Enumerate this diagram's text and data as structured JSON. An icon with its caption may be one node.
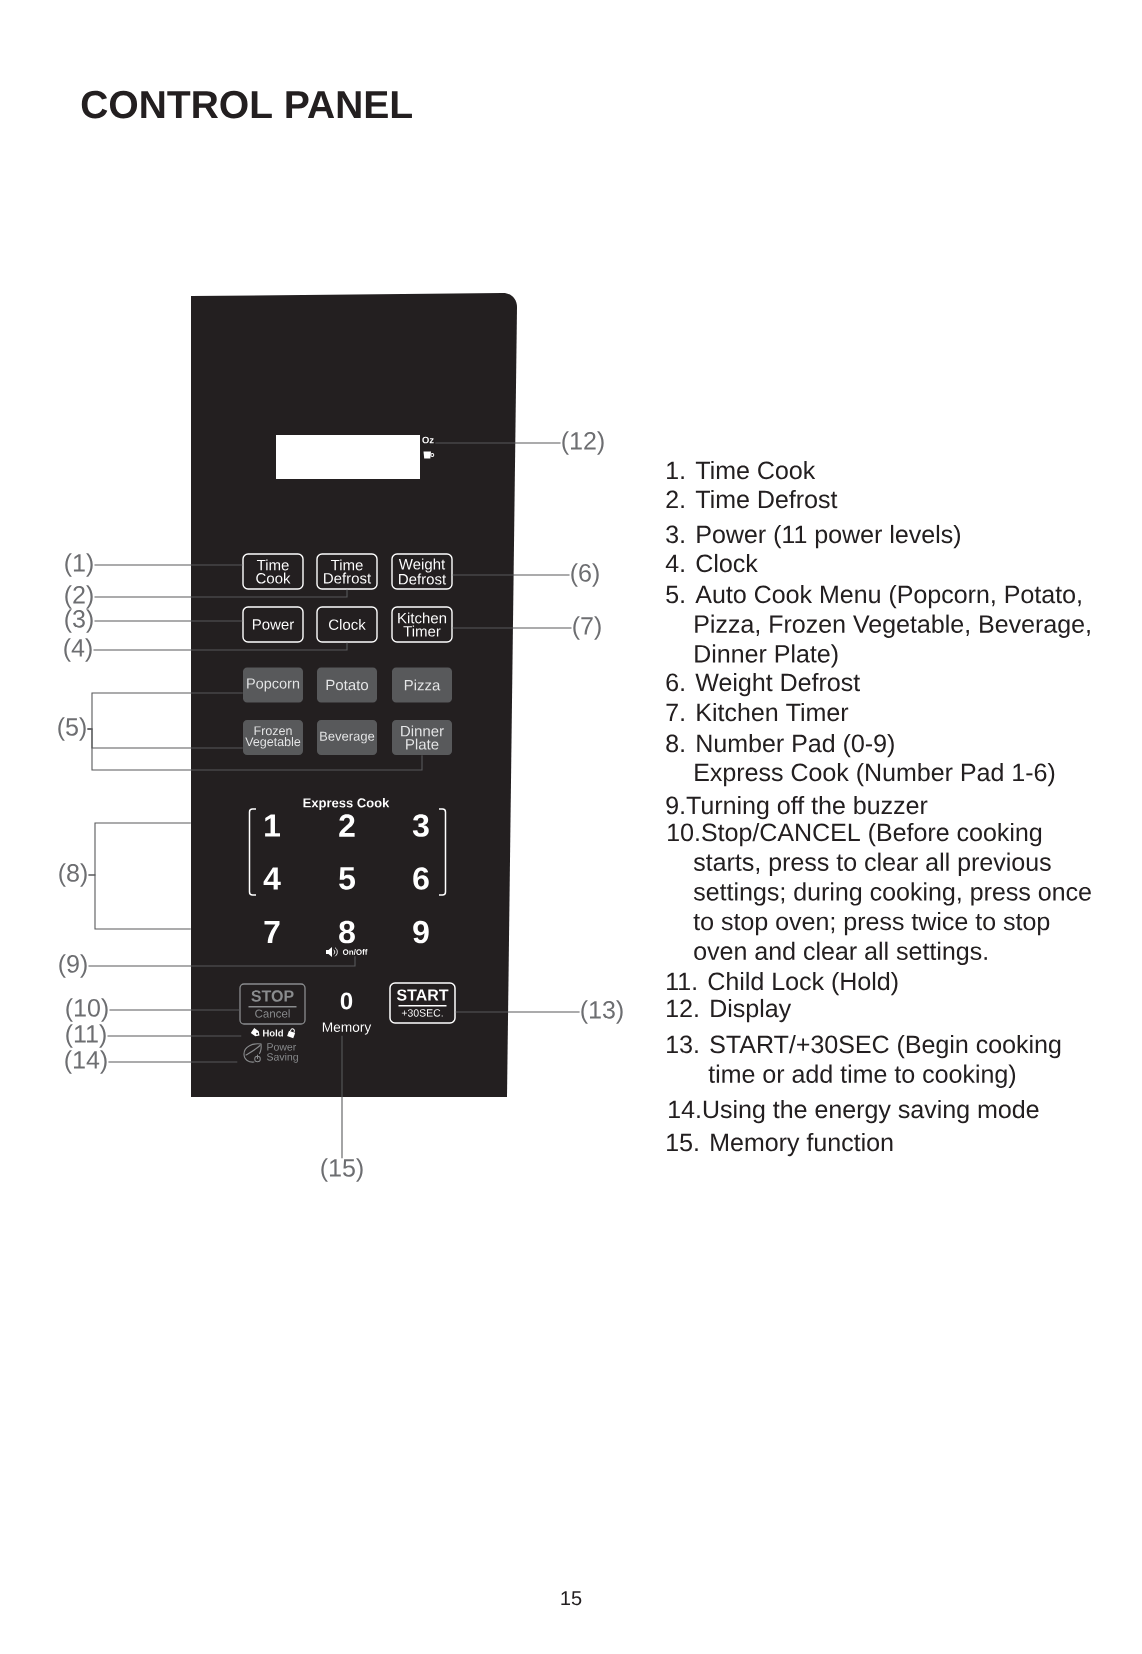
{
  "diagram": {
    "title": "CONTROL PANEL",
    "nodes": [
      {
        "text": [],
        "shape": "box"
      },
      {
        "text": [],
        "shape": "box",
        "in": 0
      },
      {
        "text": [
          "Oz"
        ],
        "in": 0
      },
      {
        "text": [
          "(12)"
        ]
      },
      {
        "text": [
          "(1)"
        ]
      },
      {
        "text": [
          "Time Cook"
        ],
        "in": 0
      },
      {
        "text": [
          "Time Defrost"
        ],
        "in": 0
      },
      {
        "text": [
          "Weight Defrost"
        ],
        "in": 0
      },
      {
        "text": [
          "(6)"
        ]
      },
      {
        "text": [
          "(2)"
        ]
      },
      {
        "text": [
          "(3)"
        ]
      },
      {
        "text": [
          "Power"
        ],
        "in": 0
      },
      {
        "text": [
          "Clock"
        ],
        "in": 0
      },
      {
        "text": [
          "Kitchen Timer"
        ],
        "in": 0
      },
      {
        "text": [
          "(7)"
        ]
      },
      {
        "text": [
          "(4)"
        ]
      },
      {
        "text": [
          "Popcorn"
        ],
        "in": 0
      },
      {
        "text": [
          "Potato"
        ],
        "in": 0
      },
      {
        "text": [
          "Pizza"
        ],
        "in": 0
      },
      {
        "text": [
          "(5)"
        ]
      },
      {
        "text": [
          "Frozen Vegetable"
        ],
        "in": 0
      },
      {
        "text": [
          "Beverage"
        ],
        "in": 0
      },
      {
        "text": [
          "Dinner Plate"
        ],
        "in": 0
      },
      {
        "text": [
          "(8)"
        ]
      },
      {
        "text": [
          "On/Off"
        ],
        "in": 0
      },
      {
        "text": [
          "(9)"
        ]
      },
      {
        "text": [
          "(10)"
        ]
      },
      {
        "text": [
          "STOP",
          "Cancel"
        ],
        "in": 0
      },
      {
        "text": [
          "START",
          "+30SEC."
        ],
        "in": 0
      },
      {
        "text": [
          "(13)"
        ]
      },
      {
        "text": [
          "(11)"
        ]
      },
      {
        "text": [
          "Hold"
        ],
        "in": 0
      },
      {
        "text": [
          "(14)"
        ]
      },
      {
        "text": [
          "Power Saving"
        ],
        "in": 0
      },
      {
        "text": [
          "Memory"
        ],
        "in": 0
      },
      {
        "text": [
          "(15)"
        ]
      }
    ],
    "edges": [
      {
        "from": 4,
        "to": 5,
        "arrow": "none"
      },
      {
        "from": 9,
        "to": 6,
        "arrow": "none"
      },
      {
        "from": 10,
        "to": 11,
        "arrow": "none"
      },
      {
        "from": 15,
        "to": 12,
        "arrow": "none"
      },
      {
        "from": 19,
        "to": 16,
        "arrow": "none"
      },
      {
        "from": 19,
        "to": 20,
        "arrow": "none"
      },
      {
        "from": 19,
        "to": 22,
        "arrow": "none"
      },
      {
        "from": 8,
        "to": 7,
        "arrow": "none"
      },
      {
        "from": 14,
        "to": 13,
        "arrow": "none"
      },
      {
        "from": 23,
        "to": 0,
        "arrow": "none"
      },
      {
        "from": 23,
        "to": 0,
        "arrow": "none"
      },
      {
        "from": 25,
        "to": 24,
        "arrow": "none"
      },
      {
        "from": 26,
        "to": 27,
        "arrow": "none"
      },
      {
        "from": 30,
        "to": 31,
        "arrow": "none"
      },
      {
        "from": 3,
        "to": 2,
        "arrow": "none"
      },
      {
        "from": 29,
        "to": 28,
        "arrow": "none"
      },
      {
        "from": 32,
        "to": 33,
        "arrow": "none"
      },
      {
        "from": 35,
        "to": 34,
        "arrow": "none"
      }
    ],
    "labels": [
      "Express Cook",
      "1",
      "2",
      "3",
      "4",
      "5",
      "6",
      "7",
      "8",
      "9",
      "0",
      "1. Time Cook",
      "2. Time Defrost",
      "3. Power (11 power levels)",
      "4. Clock",
      "5. Auto Cook Menu (Popcorn, Potato, Pizza, Frozen Vegetable, Beverage, Dinner Plate)",
      "6. Weight Defrost",
      "7. Kitchen Timer",
      "8. Number Pad (0-9)",
      "Express Cook (Number Pad 1-6)",
      "9.Turning off the buzzer",
      "10.Stop/CANCEL (Before cooking starts, press to clear all previous settings; during cooking, press once to stop oven; press twice to stop oven and clear all settings.",
      "11. Child Lock (Hold)",
      "12. Display",
      "13. START/+30SEC (Begin cooking time or add time to cooking)",
      "14.Using the energy saving mode",
      "15. Memory function",
      "15"
    ]
  }
}
